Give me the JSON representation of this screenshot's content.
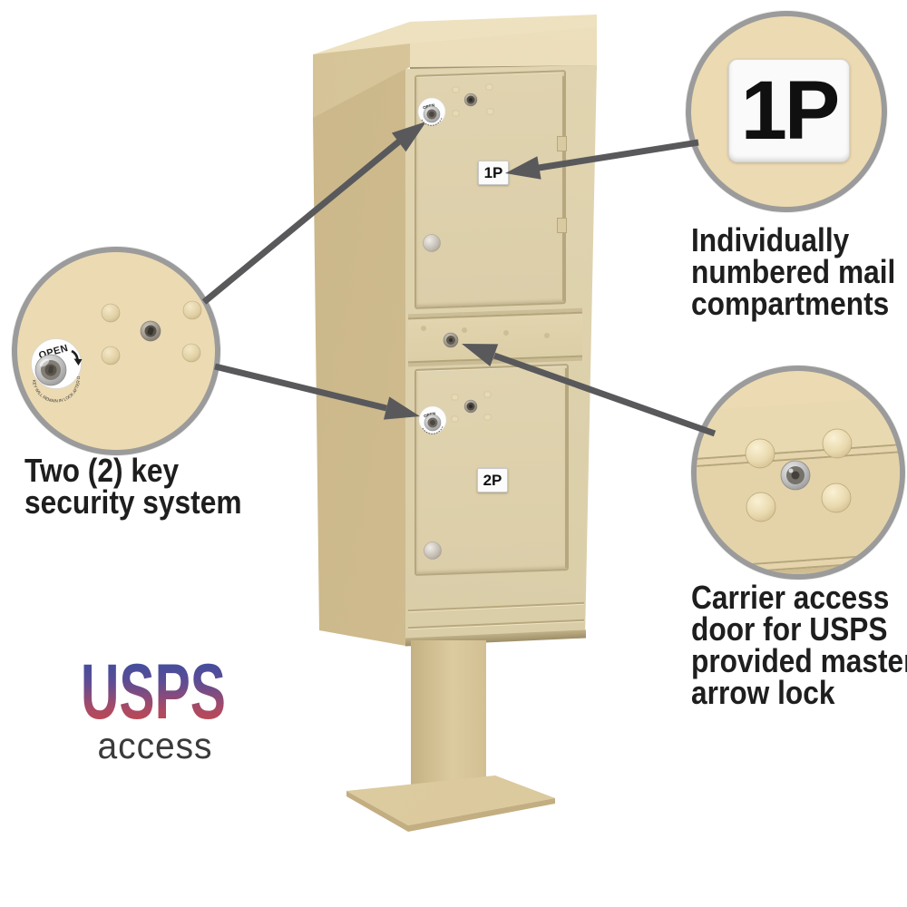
{
  "product": {
    "name": "outdoor parcel locker on pedestal",
    "compartments": [
      {
        "label": "1P"
      },
      {
        "label": "2P"
      }
    ],
    "lock_decal": {
      "open_text": "OPEN",
      "instruction_text": "KEY WILL REMAIN IN LOCK AFTER OPENING DOOR"
    }
  },
  "callouts": {
    "compartment_number": {
      "badge_label": "1P",
      "caption": "Individually\nnumbered mail\ncompartments"
    },
    "key_security": {
      "caption": "Two (2) key\nsecurity system"
    },
    "carrier_access": {
      "caption": "Carrier access\ndoor for USPS\nprovided master\narrow lock"
    }
  },
  "logo": {
    "title": "USPS",
    "subtitle": "access"
  },
  "colors": {
    "sandstone_front": "#ddd0ac",
    "sandstone_side": "#cdb88c",
    "sandstone_lid": "#e7dab6",
    "callout_fill": "#ecdab2",
    "callout_ring": "#9b9b9b",
    "arrow": "#59595c",
    "text": "#1e1e1e",
    "logo_blue": "#2f4da5",
    "logo_red": "#d2463e",
    "logo_subtitle_color": "#3a3a3a"
  }
}
